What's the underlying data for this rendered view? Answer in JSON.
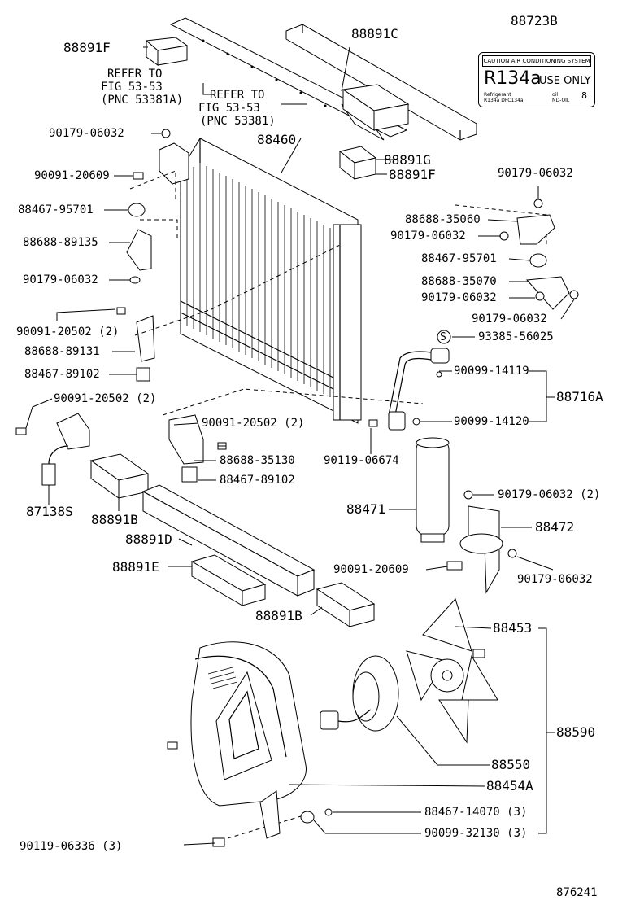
{
  "diagram_id": "876241",
  "refer_notes": [
    {
      "lines": [
        "REFER TO",
        "FIG 53-53",
        "(PNC 53381A)"
      ]
    },
    {
      "lines": [
        "REFER TO",
        "FIG 53-53",
        "(PNC 53381)"
      ]
    }
  ],
  "caution_label": {
    "part_no": "88723B",
    "header": "CAUTION AIR CONDITIONING SYSTEM",
    "refrigerant": "R134a",
    "use_only": "USE ONLY",
    "small_left": [
      "Refrigerant",
      "R134a DFC134a"
    ],
    "small_right": [
      "oil",
      "ND-OIL"
    ],
    "number": "8"
  },
  "parts": {
    "p88891F_a": "88891F",
    "p88891C": "88891C",
    "p90179_06032_a": "90179-06032",
    "p88460": "88460",
    "p90091_20609_a": "90091-20609",
    "p88891G": "88891G",
    "p88891F_b": "88891F",
    "p90179_06032_b": "90179-06032",
    "p88467_95701_a": "88467-95701",
    "p88688_35060": "88688-35060",
    "p88688_89135": "88688-89135",
    "p90179_06032_c": "90179-06032",
    "p90179_06032_d": "90179-06032",
    "p88467_95701_b": "88467-95701",
    "p88688_35070": "88688-35070",
    "p90179_06032_e": "90179-06032",
    "p90179_06032_f": "90179-06032",
    "p90091_20502_a": "90091-20502 (2)",
    "p93385_56025": "93385-56025",
    "p88688_89131": "88688-89131",
    "p90099_14119": "90099-14119",
    "p88467_89102_a": "88467-89102",
    "p88716A": "88716A",
    "p90091_20502_b": "90091-20502 (2)",
    "p90091_20502_c": "90091-20502 (2)",
    "p90099_14120": "90099-14120",
    "p88688_35130": "88688-35130",
    "p90119_06674": "90119-06674",
    "p88467_89102_b": "88467-89102",
    "p87138S": "87138S",
    "p88891B_a": "88891B",
    "p90179_06032_g": "90179-06032 (2)",
    "p88471": "88471",
    "p88891D": "88891D",
    "p88472": "88472",
    "p88891E": "88891E",
    "p90091_20609_b": "90091-20609",
    "p90179_06032_h": "90179-06032",
    "p88891B_b": "88891B",
    "p88453": "88453",
    "p88590": "88590",
    "p88550": "88550",
    "p88454A": "88454A",
    "p88467_14070": "88467-14070 (3)",
    "p90099_32130": "90099-32130 (3)",
    "p90119_06336": "90119-06336 (3)"
  }
}
